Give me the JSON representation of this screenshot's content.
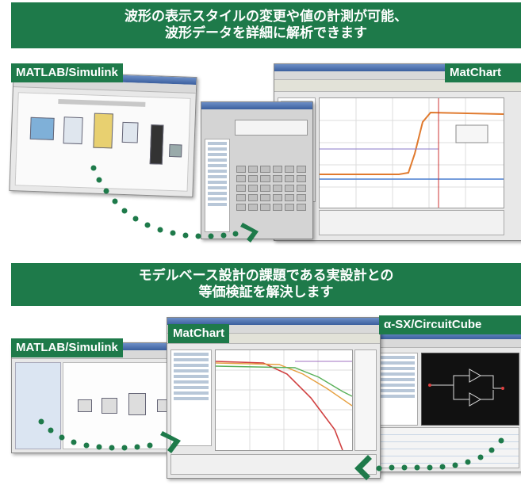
{
  "top_banner": {
    "line1": "波形の表示スタイルの変更や値の計測が可能、",
    "line2": "波形データを詳細に解析できます"
  },
  "top_section": {
    "source_label": "MATLAB/Simulink",
    "target_label": "MatChart"
  },
  "bottom_banner": {
    "line1": "モデルベース設計の課題である実設計との",
    "line2": "等価検証を解決します"
  },
  "bottom_section": {
    "source_label": "MATLAB/Simulink",
    "center_label": "MatChart",
    "right_label": "α-SX/CircuitCube"
  },
  "colors": {
    "accent_green": "#1e7a4a",
    "banner_text": "#ffffff"
  }
}
